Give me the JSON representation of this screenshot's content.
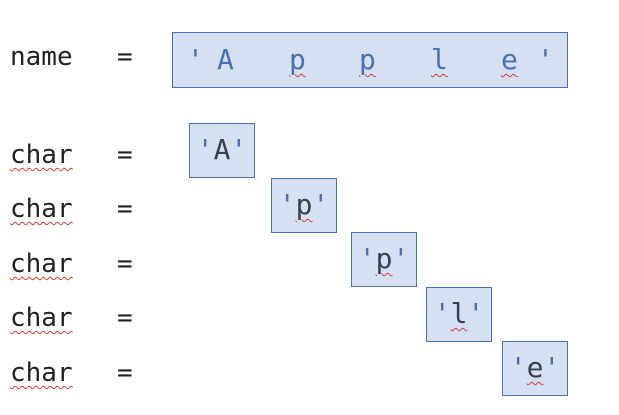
{
  "name_row": {
    "label": "name",
    "equals": "=",
    "quote_open": "'",
    "quote_close": "'",
    "chars": [
      "A",
      "p",
      "p",
      "l",
      "e"
    ]
  },
  "char_rows": [
    {
      "label": "char",
      "equals": "=",
      "value": "A"
    },
    {
      "label": "char",
      "equals": "=",
      "value": "p"
    },
    {
      "label": "char",
      "equals": "=",
      "value": "p"
    },
    {
      "label": "char",
      "equals": "=",
      "value": "l"
    },
    {
      "label": "char",
      "equals": "=",
      "value": "e"
    }
  ],
  "quote": "'",
  "colors": {
    "box_fill": "#d6e0f3",
    "box_border": "#4a6fb5",
    "text_blue": "#4a6fb5",
    "spell_squiggle": "#d23c3c"
  }
}
